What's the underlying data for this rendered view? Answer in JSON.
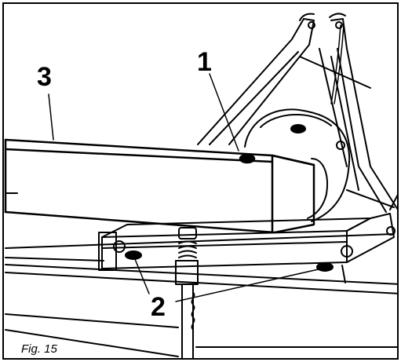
{
  "figure": {
    "caption": "Fig. 15",
    "callouts": {
      "one": "1",
      "two": "2",
      "three": "3"
    }
  },
  "colors": {
    "ink": "#000000",
    "paper": "#ffffff"
  }
}
